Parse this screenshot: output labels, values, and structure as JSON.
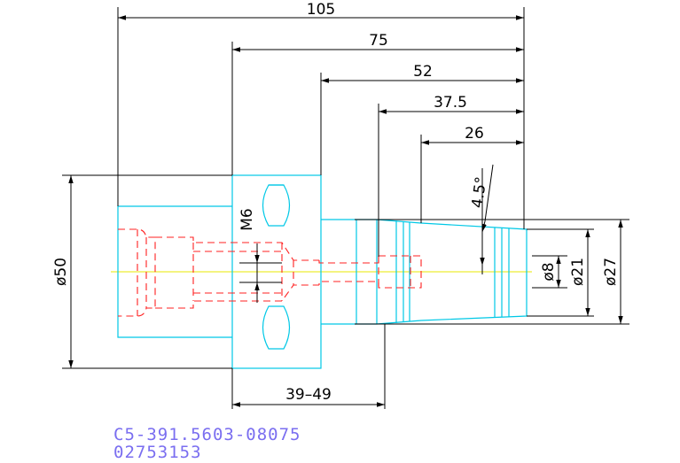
{
  "dimensions": {
    "len_105": "105",
    "len_75": "75",
    "len_52": "52",
    "len_37_5": "37.5",
    "len_26": "26",
    "angle": "4.5°",
    "thread": "M6",
    "dia_50": "ø50",
    "dia_8": "ø8",
    "dia_21": "ø21",
    "dia_27": "ø27",
    "range": "39–49"
  },
  "part": {
    "code": "C5-391.5603-08075",
    "number": "02753153"
  },
  "colors": {
    "outline": "#00c8e6",
    "hidden": "#ff2020",
    "centerline": "#e8e800",
    "dimension": "#000000",
    "part_text": "#7a6ef0"
  }
}
